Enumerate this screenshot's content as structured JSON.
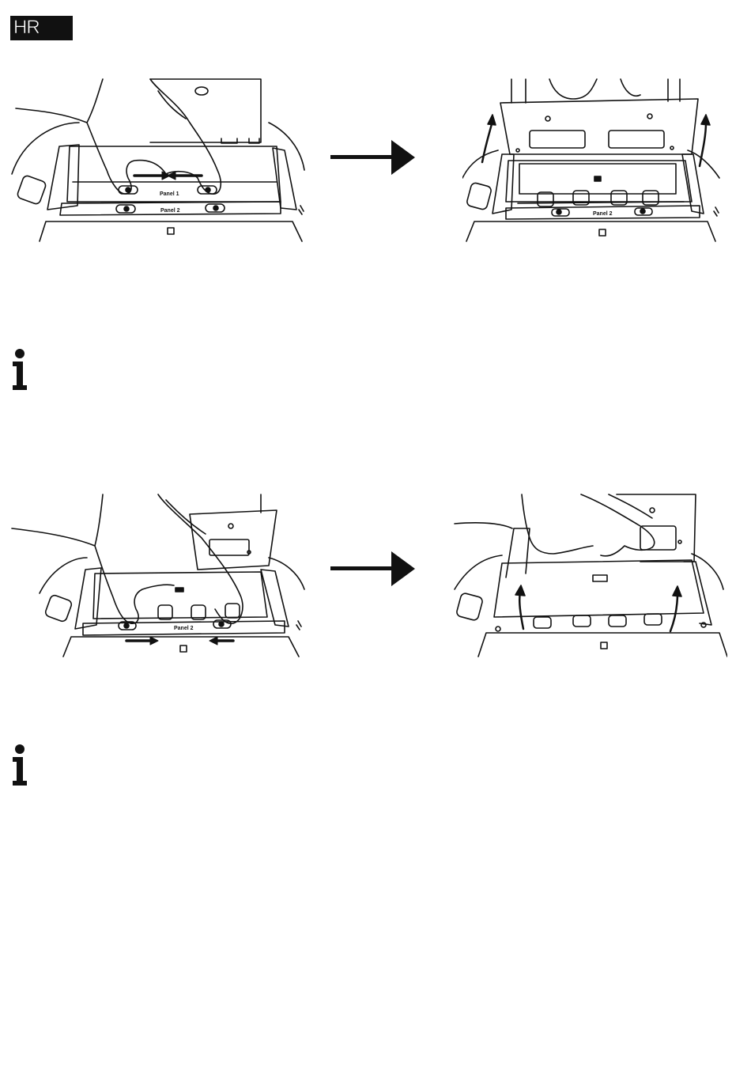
{
  "header": {
    "language_code": "HR"
  },
  "figures": {
    "step1_left": {
      "panel1_label": "Panel 1",
      "panel2_label": "Panel 2"
    },
    "step1_right": {
      "panel2_label": "Panel 2"
    },
    "step2_left": {
      "panel2_label": "Panel 2"
    }
  },
  "icons": {
    "arrow": "right-arrow-icon",
    "info": "info-icon"
  }
}
